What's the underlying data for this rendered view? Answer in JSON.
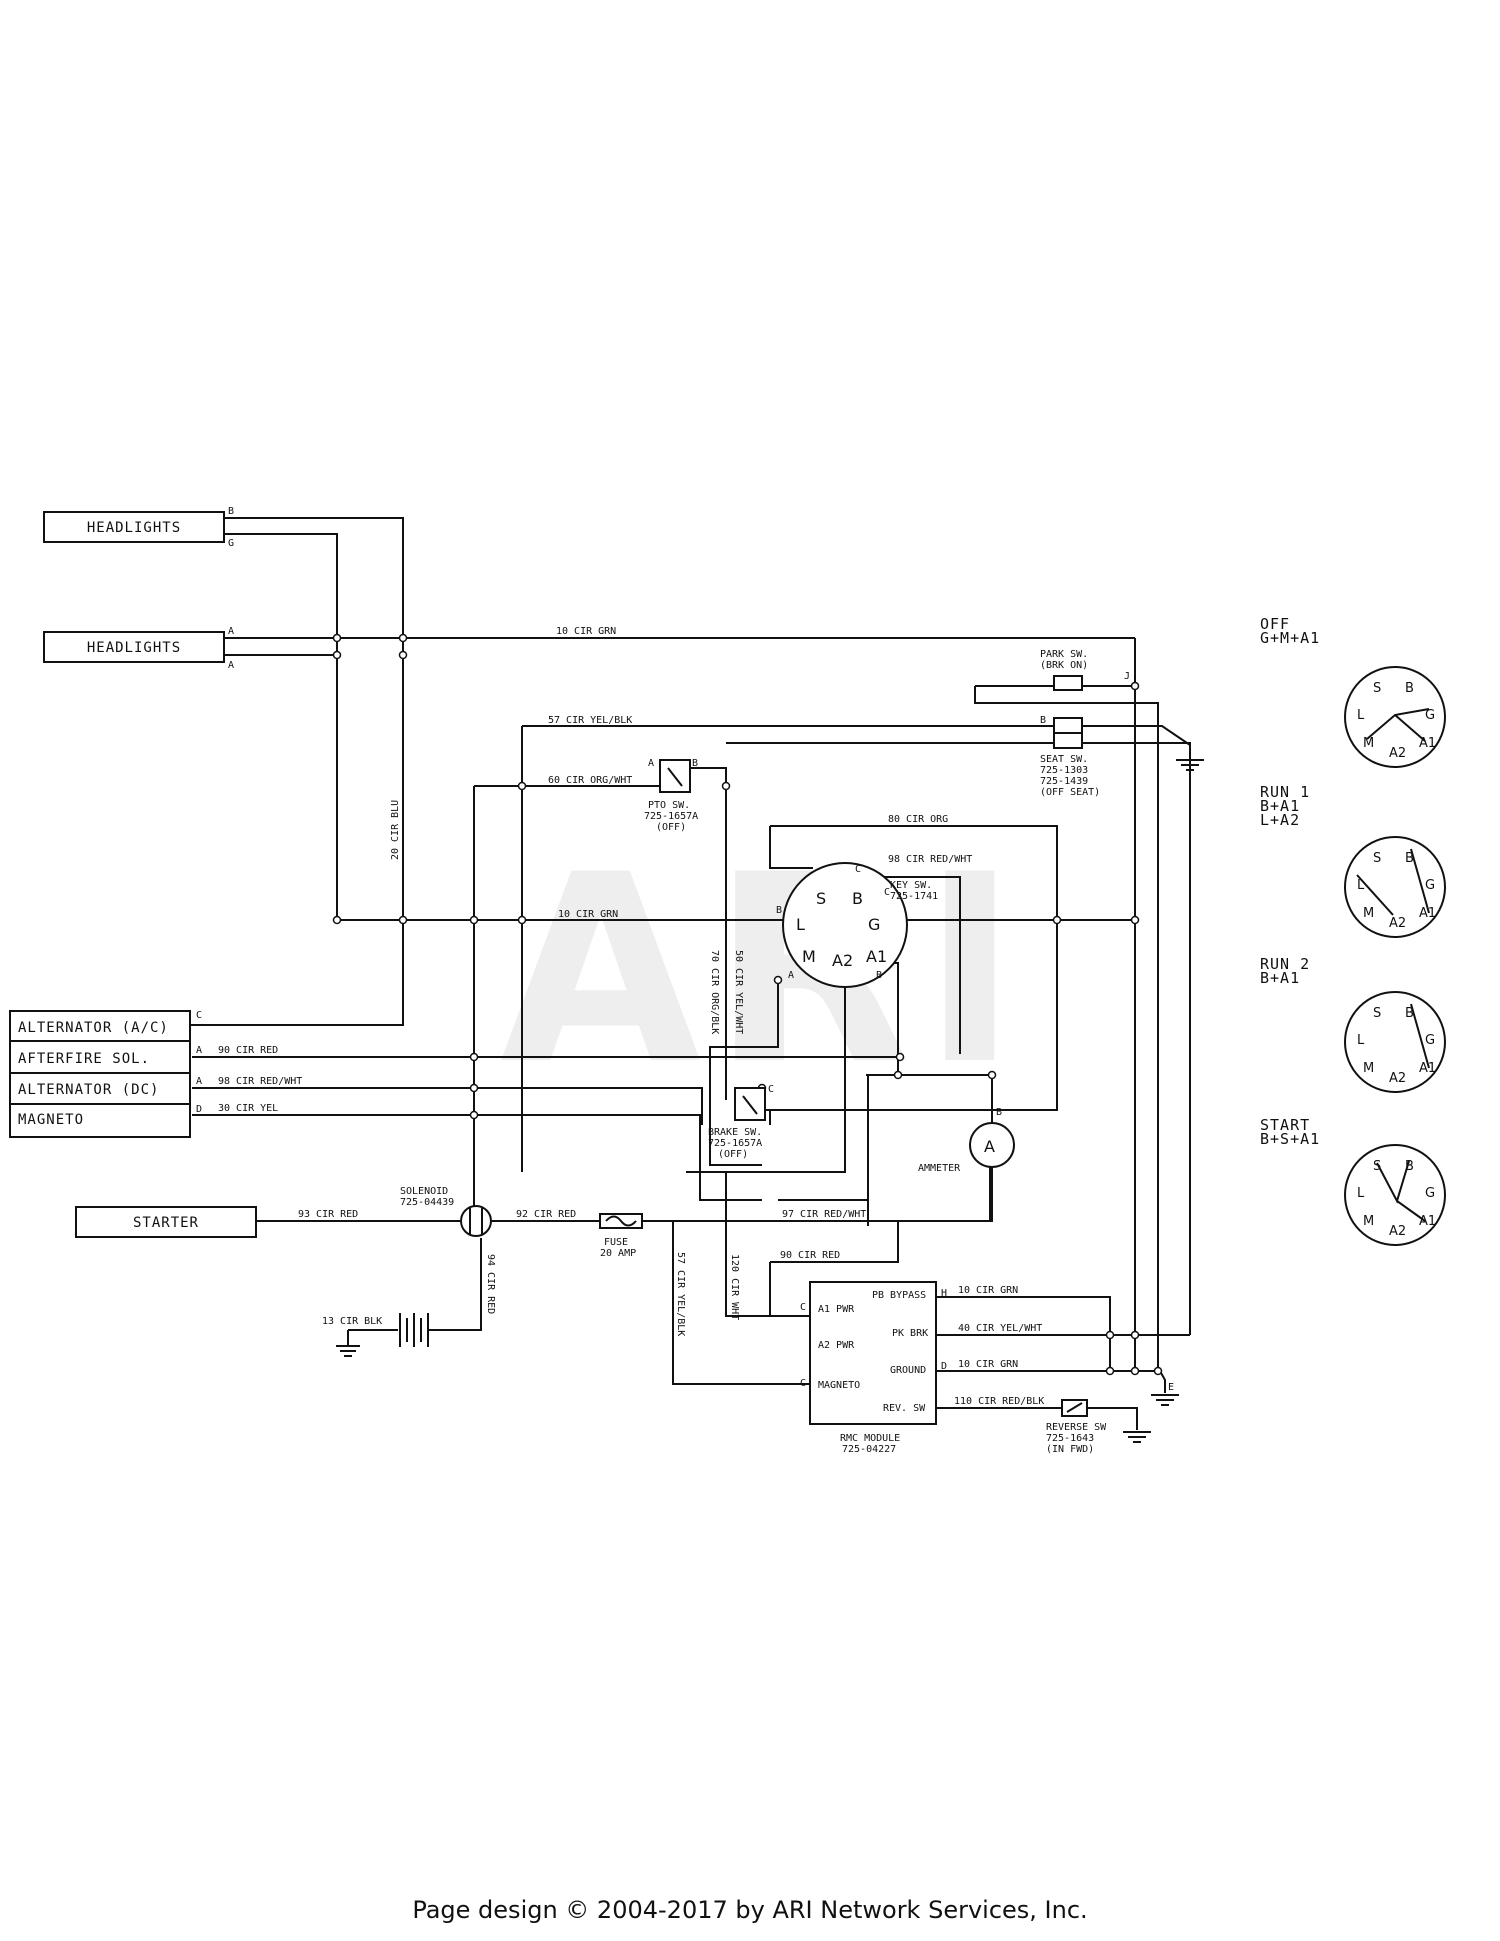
{
  "watermark": "ARI",
  "footer": "Page design © 2004-2017 by ARI Network Services, Inc.",
  "components": {
    "headlights_1": "HEADLIGHTS",
    "headlights_2": "HEADLIGHTS",
    "alternator_ac": "ALTERNATOR (A/C)",
    "afterfire": "AFTERFIRE SOL.",
    "alternator_dc": "ALTERNATOR (DC)",
    "magneto": "MAGNETO",
    "starter": "STARTER",
    "solenoid": [
      "SOLENOID",
      "725-04439"
    ],
    "fuse": [
      "FUSE",
      "20 AMP"
    ],
    "ammeter": "AMMETER",
    "ammeter_symbol": "A",
    "park_sw": [
      "PARK SW.",
      "(BRK ON)"
    ],
    "seat_sw": [
      "SEAT SW.",
      "725-1303",
      "725-1439",
      "(OFF SEAT)"
    ],
    "pto_sw": [
      "PTO SW.",
      "725-1657A",
      "(OFF)"
    ],
    "brake_sw": [
      "BRAKE SW.",
      "725-1657A",
      "(OFF)"
    ],
    "key_sw": [
      "KEY SW.",
      "725-1741"
    ],
    "rmc": {
      "title": [
        "RMC MODULE",
        "725-04227"
      ],
      "pins_left": [
        "A1 PWR",
        "A2 PWR",
        "MAGNETO"
      ],
      "pins_right": [
        "PB BYPASS",
        "PK BRK",
        "GROUND",
        "REV. SW"
      ]
    },
    "reverse_sw": [
      "REVERSE SW",
      "725-1643",
      "(IN FWD)"
    ]
  },
  "wires": {
    "w10grn_top": "10 CIR GRN",
    "w10grn_mid": "10 CIR GRN",
    "w20blu": "20 CIR BLU",
    "w57": "57 CIR YEL/BLK",
    "w60": "60 CIR ORG/WHT",
    "w80": "80 CIR ORG",
    "w98_key": "98 CIR RED/WHT",
    "w50": "50 CIR YEL/WHT",
    "w70": "70 CIR ORG/BLK",
    "w90": "90 CIR RED",
    "w98": "98 CIR RED/WHT",
    "w30": "30 CIR YEL",
    "w93": "93 CIR RED",
    "w92": "92 CIR RED",
    "w97": "97 CIR RED/WHT",
    "w90b": "90 CIR RED",
    "w94": "94 CIR RED",
    "w57b": "57 CIR YEL/BLK",
    "w120": "120 CIR WHT",
    "w13": "13 CIR BLK",
    "w10grn_pb": "10 CIR GRN",
    "w40": "40 CIR YEL/WHT",
    "w10grn_gnd": "10 CIR GRN",
    "w110": "110 CIR RED/BLK"
  },
  "key_positions": [
    {
      "name": "OFF",
      "combo": [
        "G+M+A1"
      ]
    },
    {
      "name": "RUN 1",
      "combo": [
        "B+A1",
        "L+A2"
      ]
    },
    {
      "name": "RUN 2",
      "combo": [
        "B+A1"
      ]
    },
    {
      "name": "START",
      "combo": [
        "B+S+A1"
      ]
    }
  ],
  "key_letters": [
    "S",
    "B",
    "L",
    "G",
    "M",
    "A2",
    "A1"
  ]
}
